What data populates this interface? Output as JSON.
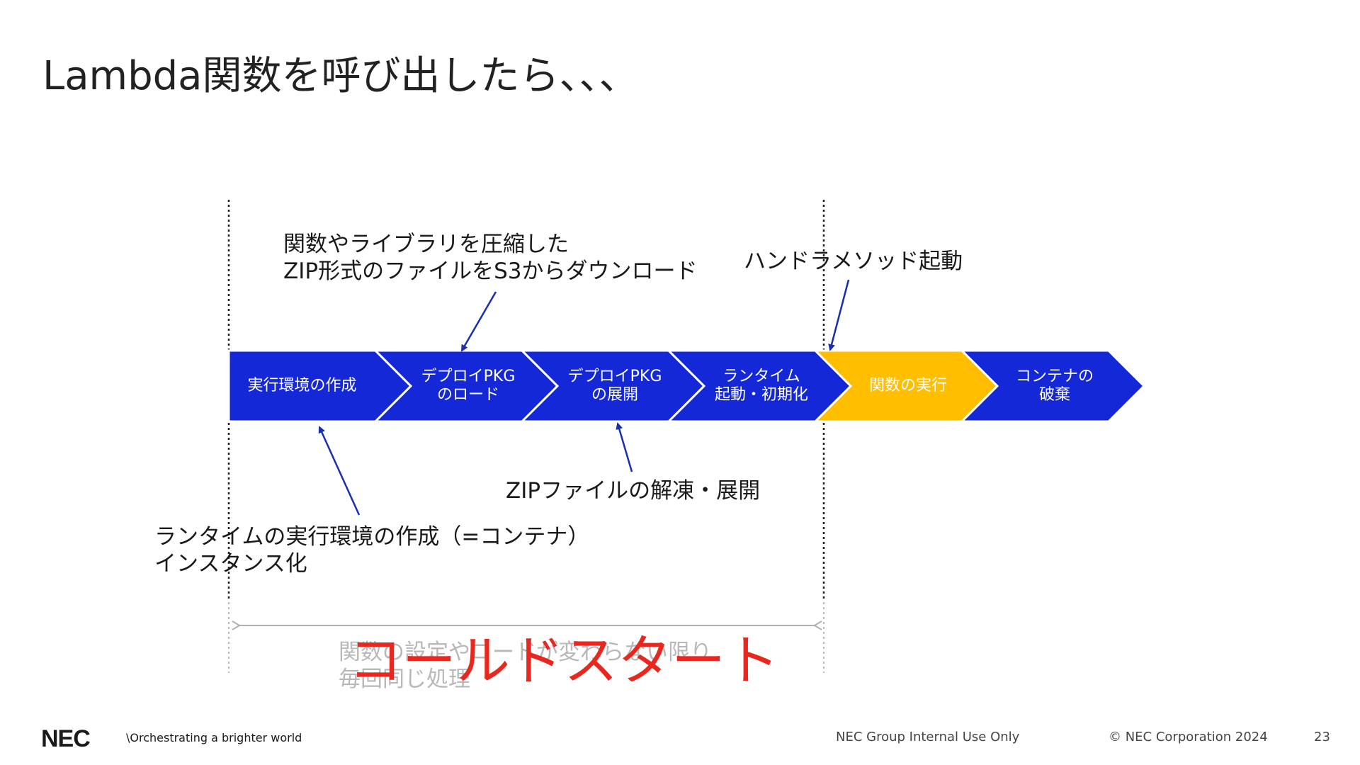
{
  "slide": {
    "title": "Lambda関数を呼び出したら、、、"
  },
  "steps": [
    {
      "label": "実行環境の作成",
      "color": "#1428d8"
    },
    {
      "label": "デプロイPKG\nのロード",
      "color": "#1428d8"
    },
    {
      "label": "デプロイPKG\nの展開",
      "color": "#1428d8"
    },
    {
      "label": "ランタイム\n起動・初期化",
      "color": "#1428d8"
    },
    {
      "label": "関数の実行",
      "color": "#ffbe00"
    },
    {
      "label": "コンテナの\n破棄",
      "color": "#1428d8"
    }
  ],
  "annotations": {
    "zip_download": "関数やライブラリを圧縮した\nZIP形式のファイルをS3からダウンロード",
    "handler_start": "ハンドラメソッド起動",
    "zip_extract": "ZIPファイルの解凍・展開",
    "runtime_create": "ランタイムの実行環境の作成（=コンテナ）\nインスタンス化"
  },
  "range_note": "関数の設定やコードが変わらない限り\n毎回同じ処理",
  "cold_start_label": "コールドスタート",
  "footer": {
    "logo": "NEC",
    "tagline": "\\Orchestrating a brighter world",
    "internal": "NEC Group Internal Use Only",
    "copyright": "© NEC Corporation 2024",
    "page_number": "23"
  },
  "colors": {
    "step_blue": "#1428d8",
    "step_yellow": "#ffbe00",
    "arrow_blue": "#1a2fb0",
    "cold_start_red": "#e8281e"
  }
}
